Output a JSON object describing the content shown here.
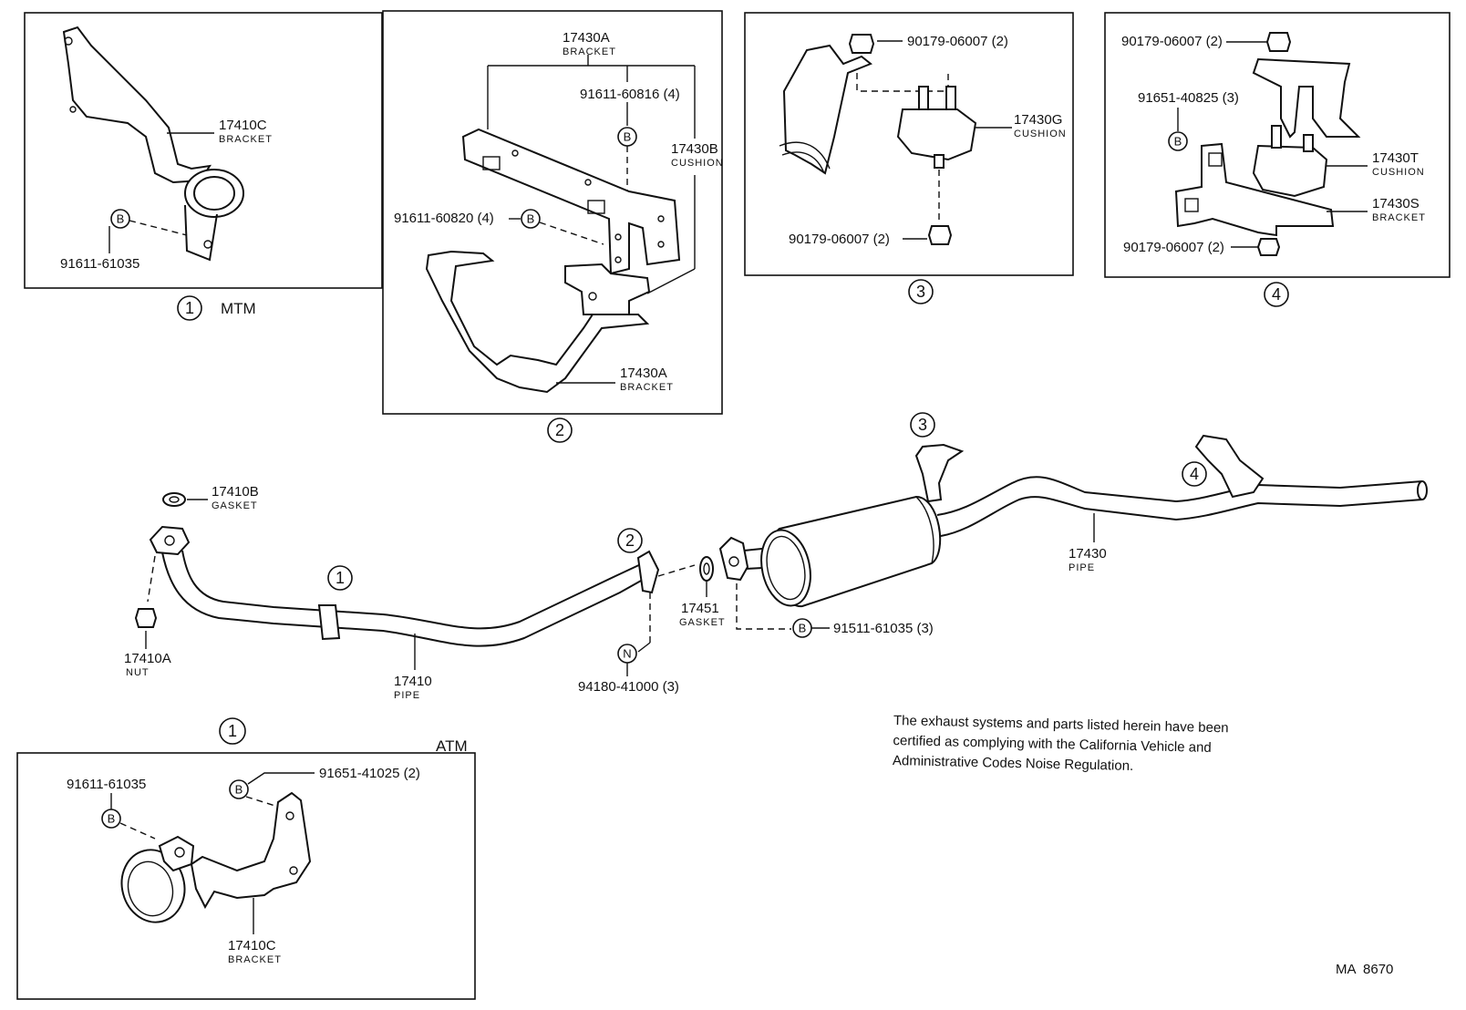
{
  "boxes": {
    "box1_mtm": {
      "callout": "1",
      "caption": "MTM",
      "parts": [
        {
          "number": "17410C",
          "name": "BRACKET"
        },
        {
          "number": "91611-61035",
          "name": ""
        }
      ]
    },
    "box2": {
      "callout": "2",
      "parts": [
        {
          "number": "17430A",
          "name": "BRACKET"
        },
        {
          "number": "91611-60816 (4)",
          "name": ""
        },
        {
          "number": "17430B",
          "name": "CUSHION"
        },
        {
          "number": "91611-60820 (4)",
          "name": ""
        },
        {
          "number": "17430A",
          "name": "BRACKET"
        }
      ]
    },
    "box3": {
      "callout": "3",
      "parts": [
        {
          "number": "90179-06007 (2)",
          "name": ""
        },
        {
          "number": "17430G",
          "name": "CUSHION"
        },
        {
          "number": "90179-06007 (2)",
          "name": ""
        }
      ]
    },
    "box4": {
      "callout": "4",
      "parts": [
        {
          "number": "90179-06007 (2)",
          "name": ""
        },
        {
          "number": "91651-40825 (3)",
          "name": ""
        },
        {
          "number": "17430T",
          "name": "CUSHION"
        },
        {
          "number": "17430S",
          "name": "BRACKET"
        },
        {
          "number": "90179-06007 (2)",
          "name": ""
        }
      ]
    },
    "box_atm": {
      "callout": "1",
      "caption": "ATM",
      "parts": [
        {
          "number": "91611-61035",
          "name": ""
        },
        {
          "number": "91651-41025 (2)",
          "name": ""
        },
        {
          "number": "17410C",
          "name": "BRACKET"
        }
      ]
    }
  },
  "main": {
    "parts": [
      {
        "number": "17410B",
        "name": "GASKET"
      },
      {
        "number": "17410A",
        "name": "NUT"
      },
      {
        "number": "17410",
        "name": "PIPE"
      },
      {
        "number": "17451",
        "name": "GASKET"
      },
      {
        "number": "94180-41000 (3)",
        "name": ""
      },
      {
        "number": "91511-61035 (3)",
        "name": ""
      },
      {
        "number": "17430",
        "name": "PIPE"
      }
    ],
    "callouts": [
      "1",
      "2",
      "3",
      "4"
    ]
  },
  "symbols": {
    "bolt": "B",
    "nut": "N"
  },
  "note": [
    "The exhaust systems and parts listed herein have been",
    "certified as complying with the California Vehicle and",
    "Administrative Codes Noise Regulation."
  ],
  "code": "MA  8670"
}
